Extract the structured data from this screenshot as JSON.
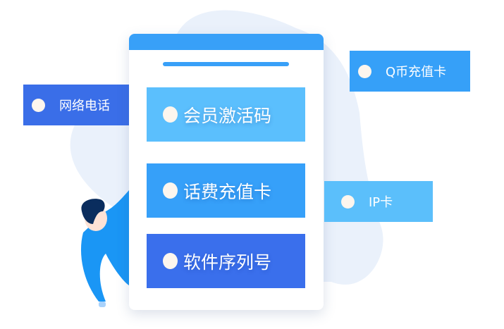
{
  "phone_buttons": [
    {
      "label": "会员激活码",
      "color": "#5bbffd"
    },
    {
      "label": "话费充值卡",
      "color": "#36a0f9"
    },
    {
      "label": "软件序列号",
      "color": "#3a6fec"
    }
  ],
  "tags": {
    "network_phone": "网络电话",
    "q_coin": "Q币充值卡",
    "ip_card": "IP卡"
  }
}
